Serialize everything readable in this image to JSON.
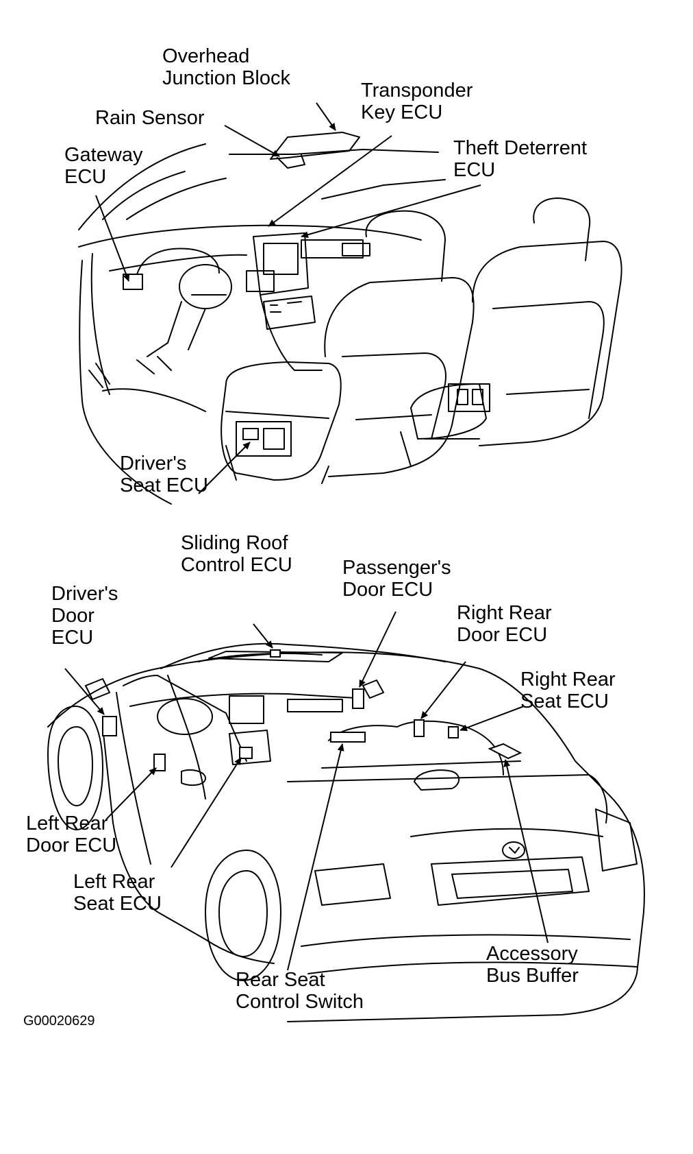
{
  "top_panel": {
    "labels": {
      "overhead_junction_block": "Overhead\nJunction Block",
      "rain_sensor": "Rain Sensor",
      "transponder_key_ecu": "Transponder\nKey ECU",
      "gateway_ecu": "Gateway\nECU",
      "theft_deterrent_ecu": "Theft Deterrent\nECU",
      "drivers_seat_ecu": "Driver's\nSeat ECU"
    }
  },
  "bottom_panel": {
    "labels": {
      "sliding_roof_control_ecu": "Sliding Roof\nControl ECU",
      "passengers_door_ecu": "Passenger's\nDoor ECU",
      "drivers_door_ecu": "Driver's\nDoor\nECU",
      "right_rear_door_ecu": "Right Rear\nDoor ECU",
      "right_rear_seat_ecu": "Right Rear\nSeat ECU",
      "left_rear_door_ecu": "Left Rear\nDoor ECU",
      "left_rear_seat_ecu": "Left Rear\nSeat ECU",
      "accessory_bus_buffer": "Accessory\nBus Buffer",
      "rear_seat_control_switch": "Rear Seat\nControl Switch"
    }
  },
  "figure_id": "G00020629"
}
